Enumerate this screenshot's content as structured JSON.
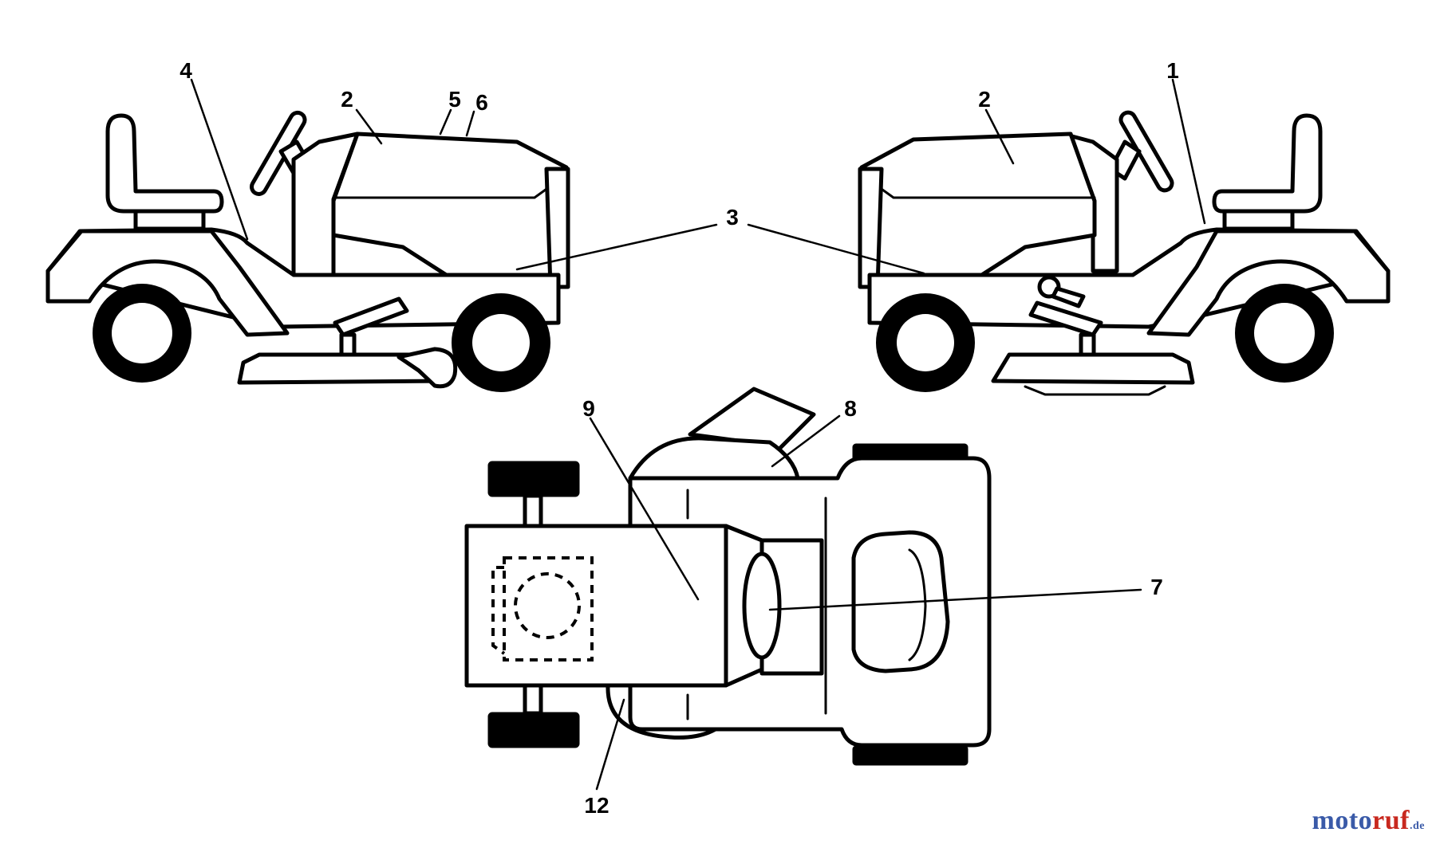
{
  "callouts": {
    "c1": "1",
    "c2a": "2",
    "c2b": "2",
    "c3": "3",
    "c4": "4",
    "c5": "5",
    "c6": "6",
    "c7": "7",
    "c8": "8",
    "c9": "9",
    "c12": "12"
  },
  "watermark": {
    "part1": "moto",
    "part2": "ruf",
    "part3": ".de"
  },
  "colors": {
    "line": "#000000",
    "background": "#ffffff",
    "watermark_blue": "#3a5aa8",
    "watermark_red": "#c8281e"
  }
}
